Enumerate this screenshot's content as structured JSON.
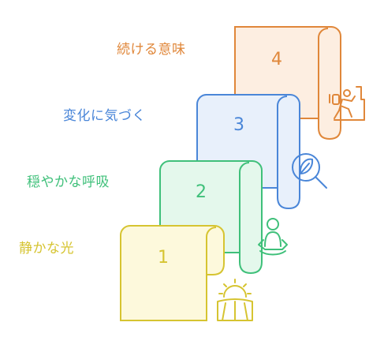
{
  "steps": [
    {
      "number": "1",
      "label": "静かな光",
      "color": "#d6c431",
      "fill": "#fdf9dc",
      "icon": "sunrise-over-field-icon"
    },
    {
      "number": "2",
      "label": "穏やかな呼吸",
      "color": "#3fc07a",
      "fill": "#e4f8ec",
      "icon": "meditation-person-icon"
    },
    {
      "number": "3",
      "label": "変化に気づく",
      "color": "#4a86d8",
      "fill": "#e8f0fb",
      "icon": "magnifier-leaf-icon"
    },
    {
      "number": "4",
      "label": "続ける意味",
      "color": "#e0873a",
      "fill": "#fdeee1",
      "icon": "hiker-climbing-icon"
    }
  ]
}
